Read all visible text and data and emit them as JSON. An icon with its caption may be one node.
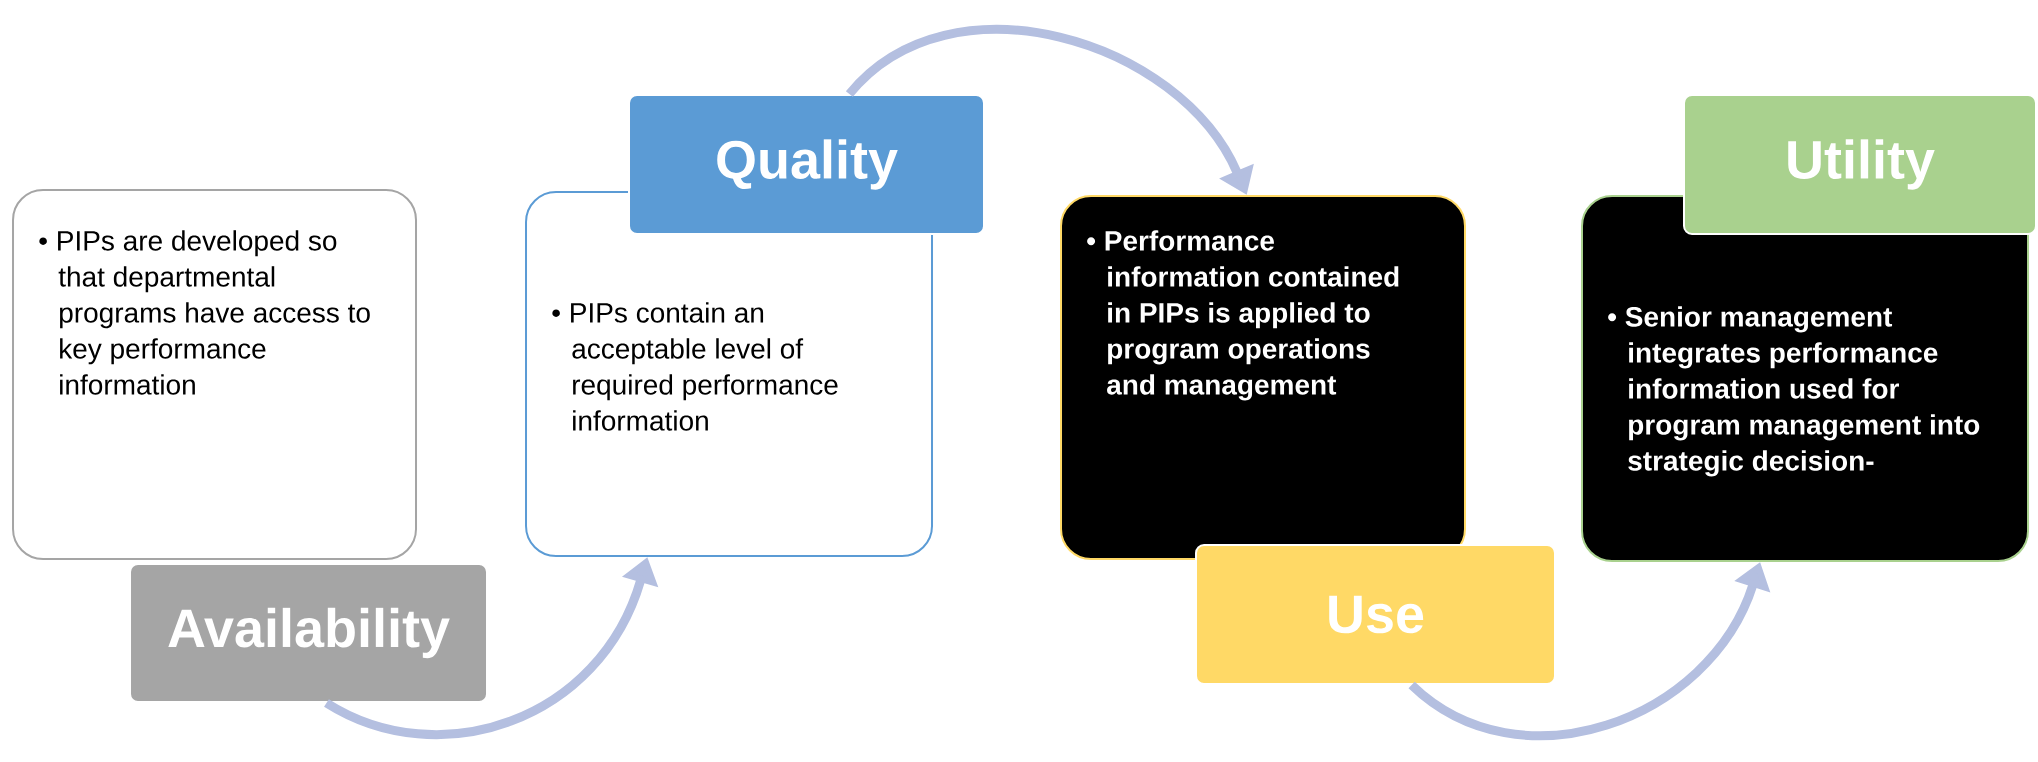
{
  "diagram": {
    "nodes": [
      {
        "text": [
          "• PIPs are developed so that departmental programs have access to key performance information"
        ]
      },
      {
        "text": [
          "Availability"
        ]
      },
      {
        "text": [
          "• PIPs contain an acceptable level of required performance information"
        ]
      },
      {
        "text": [
          "Quality"
        ]
      },
      {
        "text": [
          "• Performance information contained in PIPs is applied to program operations and management"
        ]
      },
      {
        "text": [
          "Use"
        ]
      },
      {
        "text": [
          "• Senior management integrates performance information used for program management into strategic decision-"
        ]
      },
      {
        "text": [
          "Utility"
        ]
      }
    ],
    "edges": [
      {
        "from": 1,
        "to": 2,
        "arrow": "to"
      },
      {
        "from": 3,
        "to": 4,
        "arrow": "to"
      },
      {
        "from": 5,
        "to": 6,
        "arrow": "to"
      }
    ]
  }
}
